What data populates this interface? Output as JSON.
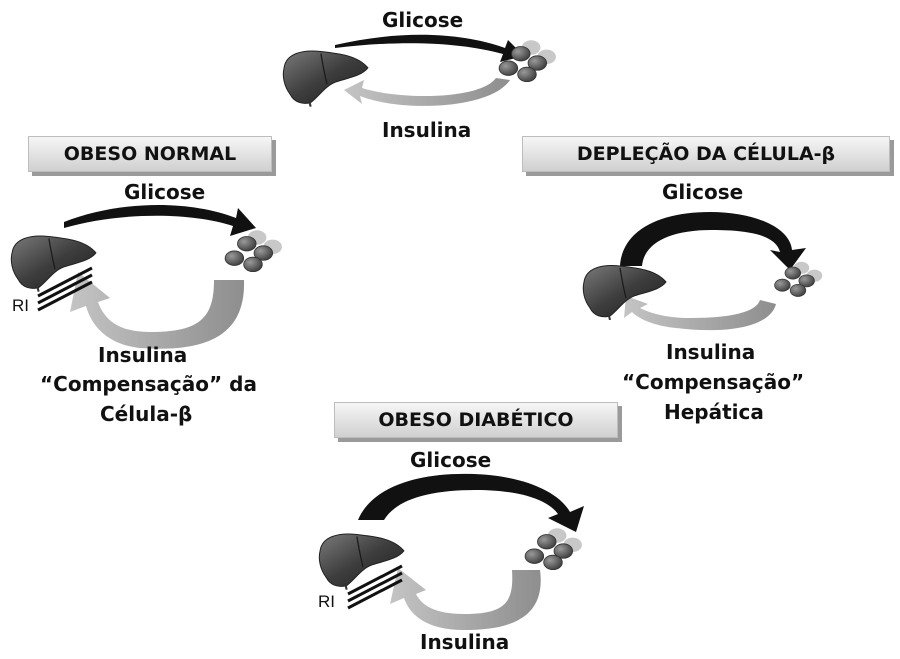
{
  "top": {
    "glucose_label": "Glicose",
    "insulin_label": "Insulina"
  },
  "obeso_normal": {
    "title": "OBESO NORMAL",
    "glucose_label": "Glicose",
    "ri_label": "RI",
    "insulin_label": "Insulina",
    "caption_line1": "“Compensação” da",
    "caption_line2": "Célula-β"
  },
  "deplecao": {
    "title": "DEPLEÇÃO DA CÉLULA-β",
    "glucose_label": "Glicose",
    "insulin_label": "Insulina",
    "caption_line1": "“Compensação”",
    "caption_line2": "Hepática"
  },
  "obeso_diabetico": {
    "title": "OBESO DIABÉTICO",
    "glucose_label": "Glicose",
    "ri_label": "RI",
    "insulin_label": "Insulina"
  },
  "colors": {
    "glucose_arrow": "#111111",
    "insulin_arrow": "#a8a8a8",
    "liver": "#4a4a4a",
    "cells": "#6e6e6e",
    "box_shadow": "#9a9a9a"
  },
  "icons": [
    "liver-icon",
    "beta-cell-cluster-icon",
    "insulin-resistance-lines-icon"
  ]
}
